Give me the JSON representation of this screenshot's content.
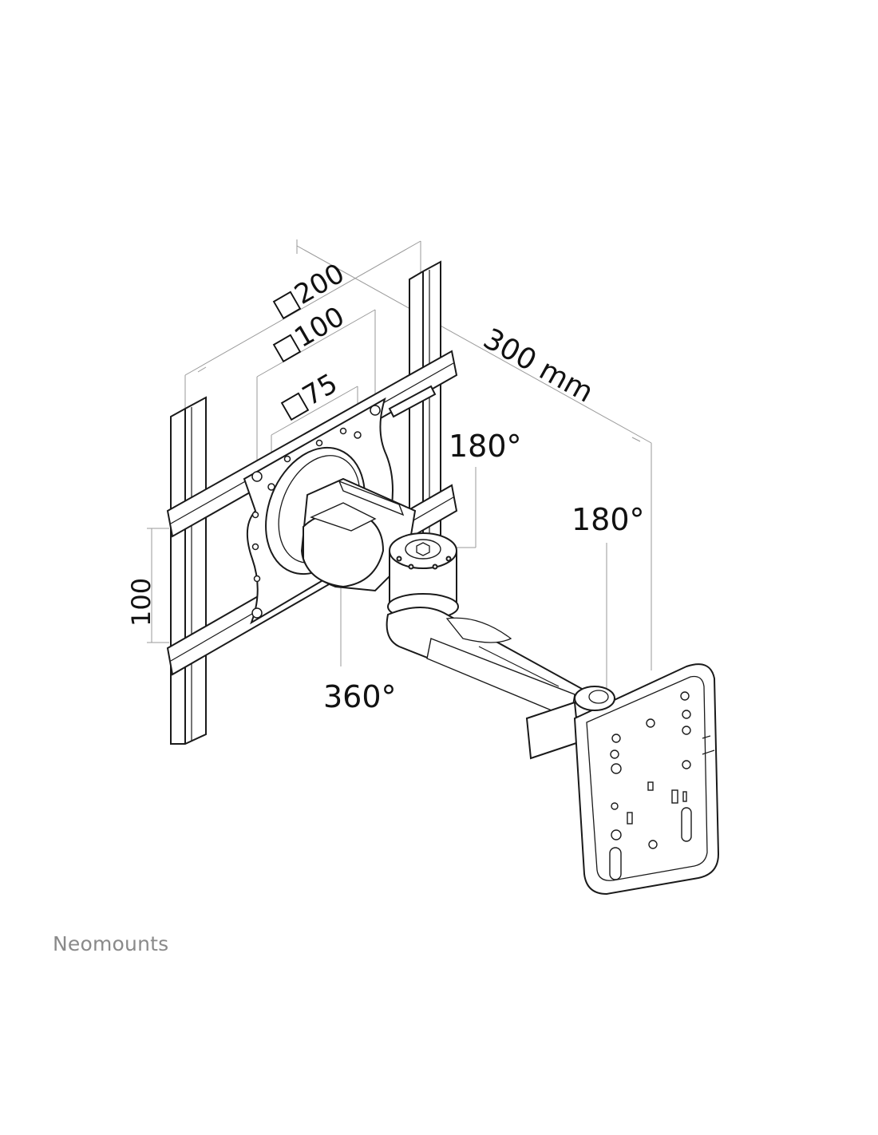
{
  "dimensions": {
    "vesa_200": "□200",
    "vesa_100": "□100",
    "vesa_75": "□75",
    "arm_length": "300 mm",
    "height_100": "100"
  },
  "rotations": {
    "tilt_top": "180°",
    "swivel_wall": "180°",
    "rotate": "360°"
  },
  "brand": {
    "name": "Neomounts"
  }
}
